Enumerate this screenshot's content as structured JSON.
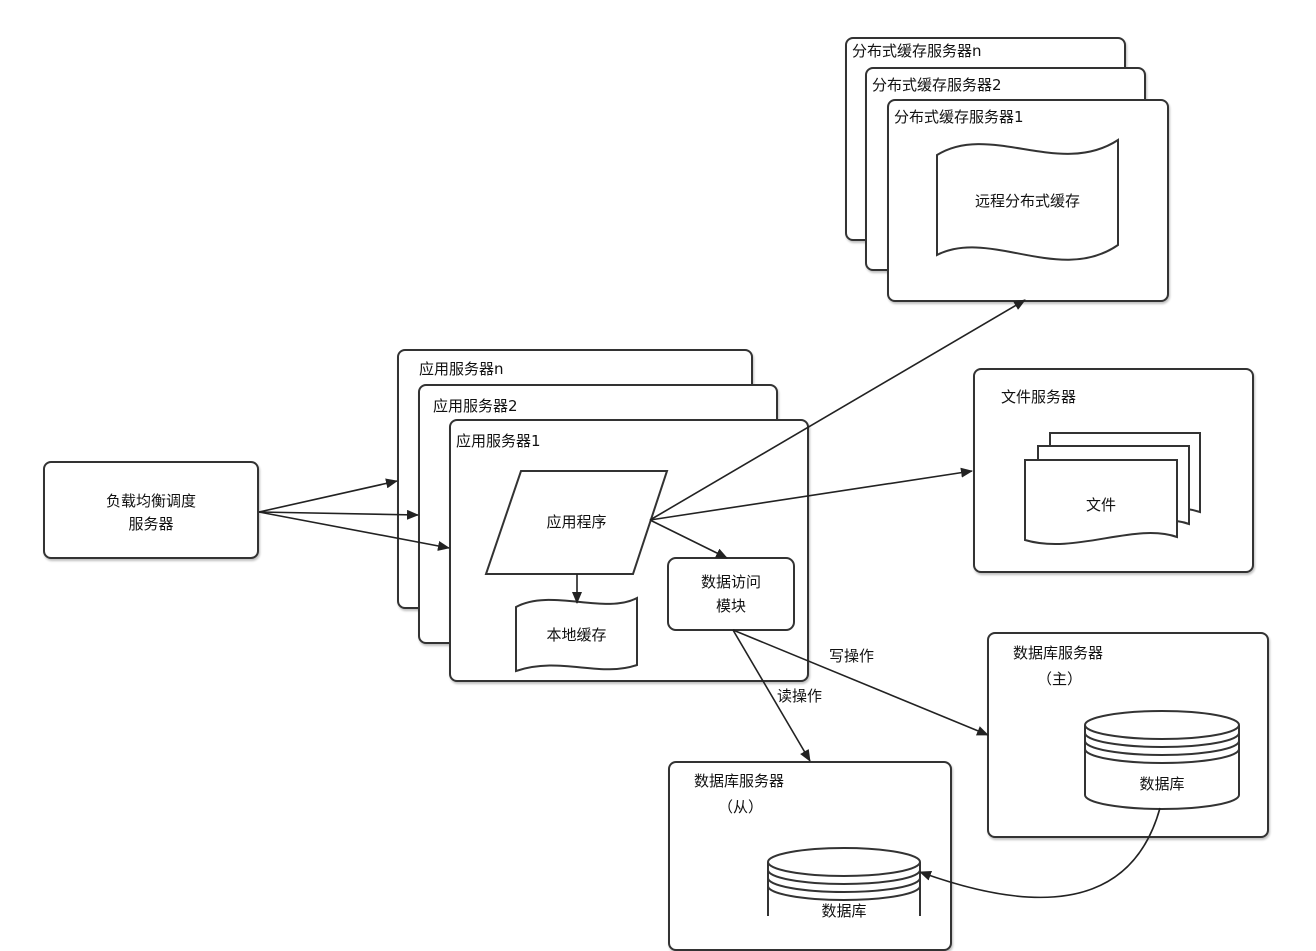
{
  "load_balancer": {
    "line1": "负载均衡调度",
    "line2": "服务器"
  },
  "app_servers": {
    "stack": [
      "应用服务器n",
      "应用服务器2",
      "应用服务器1"
    ],
    "application": "应用程序",
    "local_cache": "本地缓存",
    "data_access": {
      "line1": "数据访问",
      "line2": "模块"
    }
  },
  "cache_servers": {
    "stack": [
      "分布式缓存服务器n",
      "分布式缓存服务器2",
      "分布式缓存服务器1"
    ],
    "remote_cache": "远程分布式缓存"
  },
  "file_server": {
    "title": "文件服务器",
    "file": "文件"
  },
  "db_master": {
    "title": "数据库服务器",
    "role": "（主）",
    "db": "数据库"
  },
  "db_slave": {
    "title": "数据库服务器",
    "role": "（从）",
    "db": "数据库"
  },
  "edges": {
    "write": "写操作",
    "read": "读操作"
  }
}
